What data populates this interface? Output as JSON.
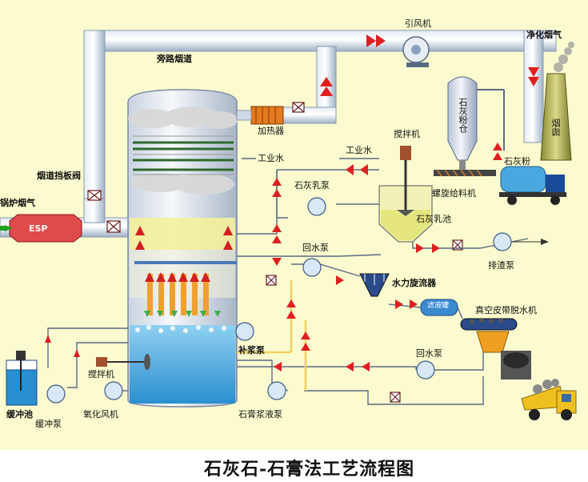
{
  "title": "石灰石-石膏法工艺流程图",
  "labels": {
    "boiler_flue_gas": "锅炉烟气",
    "esp": "ESP",
    "damper": "烟道挡板阀",
    "bypass": "旁路烟道",
    "id_fan": "引风机",
    "clean_gas": "净化烟气",
    "stack": "烟囱",
    "heater": "加热器",
    "process_water_1": "工业水",
    "process_water_2": "工业水",
    "silo": "石灰粉仓",
    "lime_powder": "石灰粉",
    "screw_feeder": "螺旋给料机",
    "agitator_1": "搅拌机",
    "lime_slurry_tank": "石灰乳池",
    "lime_slurry_pump": "石灰乳泵",
    "return_pump_1": "回水泵",
    "discharge_pump": "排渣泵",
    "hydrocyclone": "水力旋流器",
    "filtrate_tank": "滤液罐",
    "vacuum_belt": "真空皮带脱水机",
    "return_pump_2": "回水泵",
    "makeup_pump": "补浆泵",
    "gypsum_pump": "石膏浆液泵",
    "agitator_2": "搅拌机",
    "oxidation_fan": "氧化风机",
    "buffer_tank": "缓冲池",
    "buffer_pump": "缓冲泵"
  }
}
